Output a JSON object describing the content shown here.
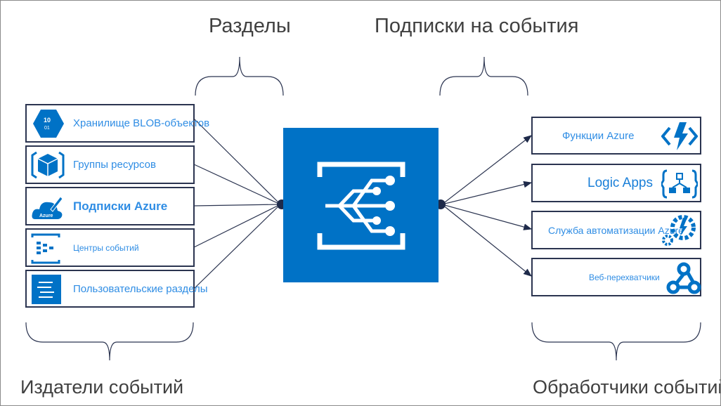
{
  "labels": {
    "topics": "Разделы",
    "subscriptions": "Подписки на события",
    "publishers": "Издатели событий",
    "handlers": "Обработчики событий"
  },
  "publishers": [
    {
      "label": "Хранилище BLOB-объектов",
      "icon": "blob-storage-icon"
    },
    {
      "label": "Группы ресурсов",
      "icon": "resource-group-icon"
    },
    {
      "label": "Подписки Azure",
      "icon": "azure-subscription-icon"
    },
    {
      "label": "Центры событий",
      "icon": "event-hubs-icon"
    },
    {
      "label": "Пользовательские разделы",
      "icon": "custom-topics-icon"
    }
  ],
  "handlers": [
    {
      "label": "Функции Azure",
      "icon": "azure-functions-icon"
    },
    {
      "label": "Logic Apps",
      "icon": "logic-apps-icon"
    },
    {
      "label": "Служба автоматизации Azure",
      "icon": "azure-automation-icon"
    },
    {
      "label": "Веб-перехватчики",
      "icon": "webhooks-icon"
    }
  ],
  "colors": {
    "accent": "#0072c6",
    "text": "#2f8de4",
    "line": "#2b3450"
  }
}
